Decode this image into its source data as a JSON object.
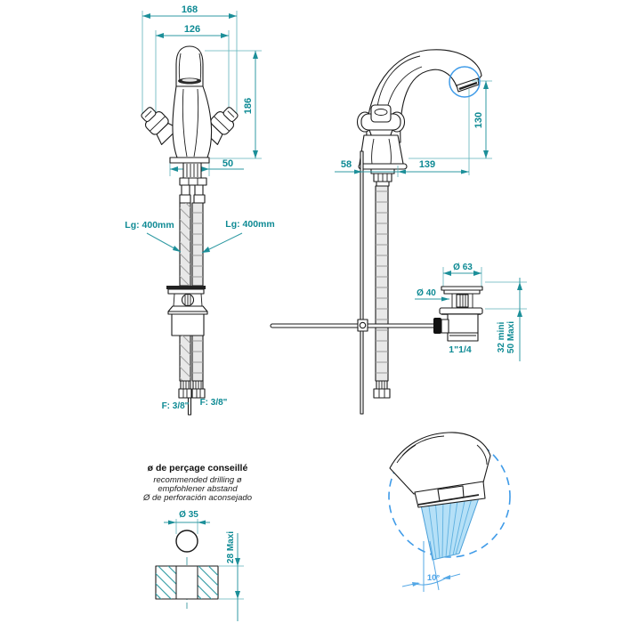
{
  "front_view": {
    "dim_overall_width": "168",
    "dim_inner_width": "126",
    "dim_height": "186",
    "dim_base_width": "50",
    "hose_left_label": "Lg: 400mm",
    "hose_right_label": "Lg: 400mm",
    "fitting_left_label": "F: 3/8\"",
    "fitting_right_label": "F: 3/8\""
  },
  "side_view": {
    "dim_back_offset": "58",
    "dim_spout_reach": "139",
    "dim_spout_height": "130"
  },
  "drain_assembly": {
    "dim_cap_diameter": "Ø 63",
    "dim_neck_diameter": "Ø 40",
    "dim_clamp_min": "32 mini",
    "dim_clamp_max": "50 Maxi",
    "thread_label": "1\"1/4"
  },
  "drilling_note": {
    "line_fr": "ø de perçage conseillé",
    "line_en": "recommended drilling ø",
    "line_de": "empfohlener abstand",
    "line_es": "Ø de perforación aconsejado",
    "dim_hole_diameter": "Ø 35",
    "dim_deck_thickness": "28 Maxi"
  },
  "spray_detail": {
    "angle_label": "10°"
  },
  "colors": {
    "dimension_teal": "#0e8a94",
    "detail_blue": "#3f9be8",
    "water_fill": "#b5e0f7",
    "water_stroke": "#4a9fd8",
    "line_black": "#1a1a1a"
  }
}
